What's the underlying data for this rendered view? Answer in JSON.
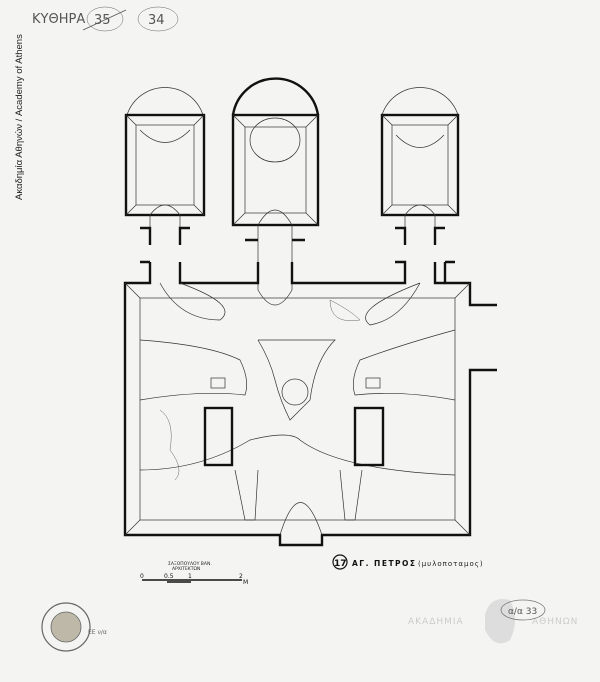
{
  "handwritten": {
    "place": "ΚΥΘΗΡΑ",
    "old_number": "35",
    "number": "34"
  },
  "archive_credit": "Ακαδημία Αθηνών / Academy of Athens",
  "author": {
    "line1": "ΣΑΞΟΠΟΥΛΟΥ ΒΑΝ.",
    "line2": "ΑΡΧΙΤΕΚΤΩΝ"
  },
  "scale_bar": {
    "ticks": [
      "0",
      "0.5",
      "1",
      "2"
    ],
    "unit": "M"
  },
  "title": {
    "number": "17",
    "name": "ΑΓ. ΠΕΤΡΟΣ",
    "location": "(μυλοποταμος)"
  },
  "stamp_note": "ΕΕ ν/α",
  "watermark": {
    "left": "ΑΚΑΔΗΜΙΑ",
    "right": "ΑΘΗΝΩΝ"
  },
  "archive_number": "α/α 33"
}
